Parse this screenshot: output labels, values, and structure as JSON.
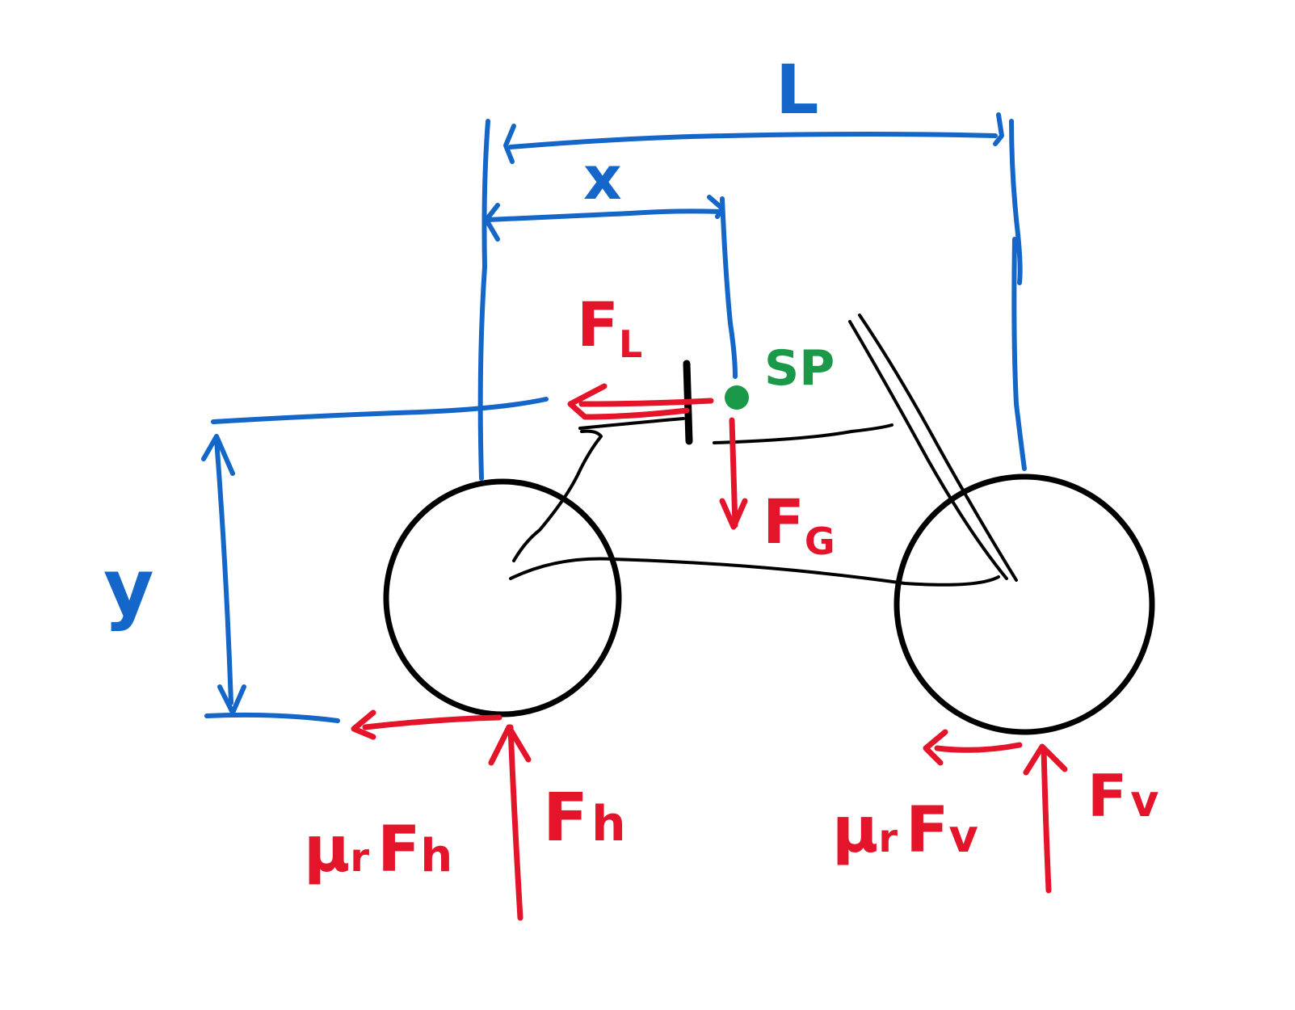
{
  "colors": {
    "dimension": "#1466c8",
    "force": "#e4152b",
    "center_of_mass": "#1a9a48",
    "bike": "#000000"
  },
  "labels": {
    "length": "L",
    "x_distance": "x",
    "y_height": "y",
    "center_of_mass": "SP",
    "air_force": {
      "main": "F",
      "sub": "L"
    },
    "gravity_force": {
      "main": "F",
      "sub": "G"
    },
    "rear_normal": {
      "main": "F",
      "sub": "h"
    },
    "front_normal": {
      "main": "F",
      "sub": "v"
    },
    "rear_friction": {
      "coef": "μ",
      "coef_sub": "r",
      "main": "F",
      "sub": "h"
    },
    "front_friction": {
      "coef": "μ",
      "coef_sub": "r",
      "main": "F",
      "sub": "v"
    }
  }
}
